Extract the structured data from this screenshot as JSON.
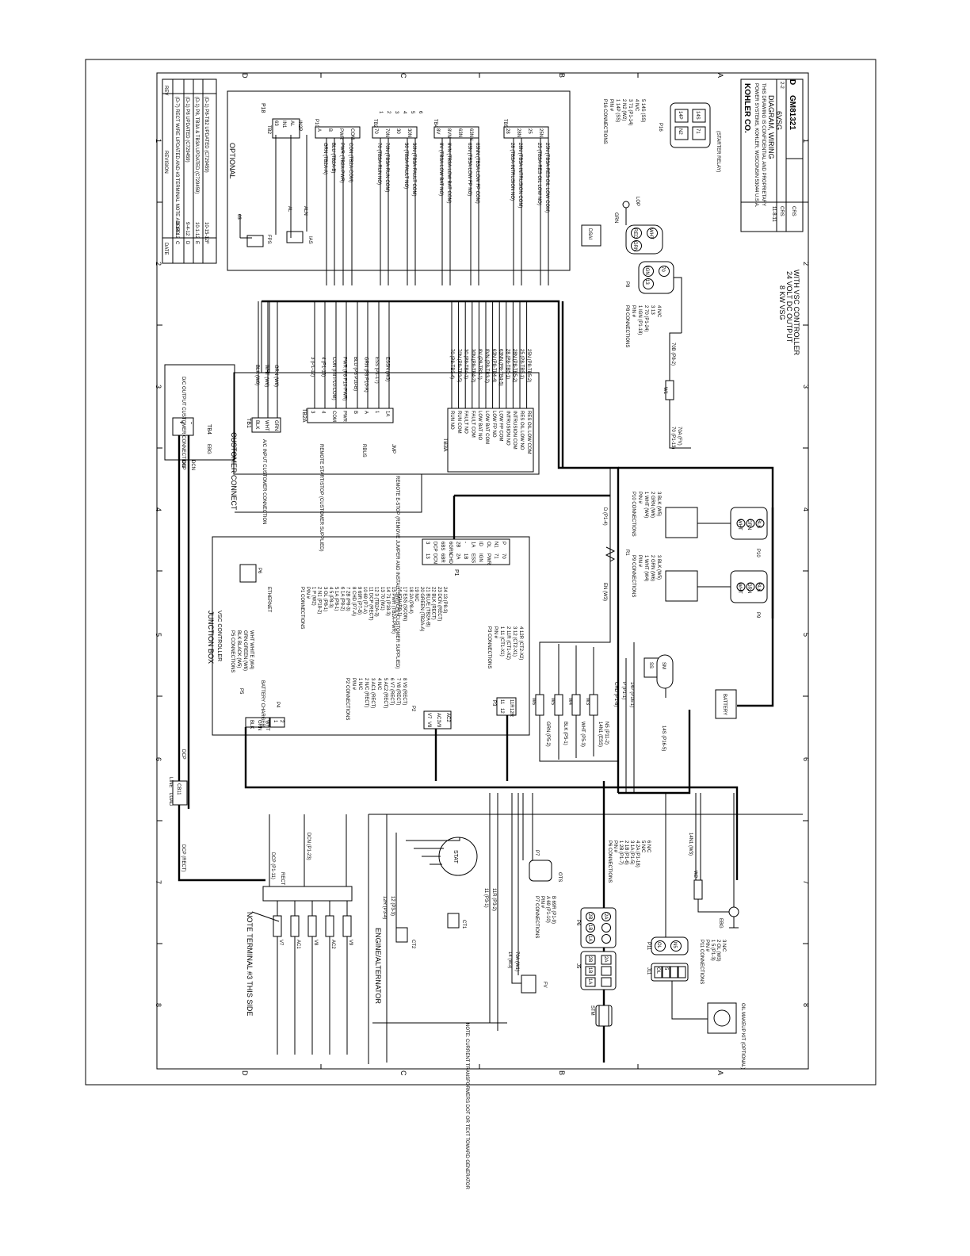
{
  "title_block": {
    "company": "KOHLER CO.",
    "title": "DIAGRAM, WIRING",
    "model": "6VSG",
    "drawing_number": "GM81321",
    "revision": "D",
    "sheet": "2-2",
    "subtitle_1": "8 KW VSG",
    "subtitle_2": "24 VOLT DC OUTPUT",
    "subtitle_3": "WITH VSC CONTROLLER"
  },
  "revisions": {
    "header_rev": "REV",
    "header_date": "DATE",
    "header_desc": "REVISION",
    "rows": [
      {
        "rev": "C",
        "date": "8-14-12",
        "desc": "(D-7) RECT WIRE UPDATED AND #3 TERMINAL NOTE ADDED"
      },
      {
        "rev": "D",
        "date": "9-4-12",
        "desc": "(D-1) P8 UPDATED (C729459)"
      },
      {
        "rev": "E",
        "date": "10-1-12",
        "desc": "(D-1) P8, TB3A & TB3A UPDATED (C729459)"
      },
      {
        "rev": "F",
        "date": "10-15-12",
        "desc": "(D-1) P8-TB2 UPDATED (C729459)"
      }
    ]
  },
  "zones": {
    "letters": [
      "D",
      "C",
      "B",
      "A"
    ],
    "numbers": [
      "1",
      "2",
      "3",
      "4",
      "5",
      "6",
      "7",
      "8"
    ]
  },
  "sections": {
    "optional": "OPTIONAL",
    "customer_connect": "CUSTOMER CONNECT",
    "junction_box": "JUNCTION BOX",
    "vsc_controller": "VSC CONTROLLER",
    "engine_alternator": "ENGINE/ALTERNATOR",
    "note_terminal": "NOTE TERMINAL #3 THIS SIDE",
    "note_ct": "NOTE: CURRENT TRANSFORMERS DOT OR TEXT TOWARD GENERATOR"
  },
  "components": {
    "tb1": "TB1",
    "tb2a": "TB2A",
    "tb3a": "TB3A",
    "tb4": "TB4",
    "tb2": "TB2",
    "tb4_opt": "TB4",
    "tb5": "TB5",
    "p18": "P18",
    "p10_opt": "P10",
    "p1": "P1",
    "p2": "P2",
    "p3": "P3",
    "p4": "P4",
    "p5": "P5",
    "p6_ethernet": "P6",
    "ethernet": "ETHERNET",
    "p7": "P7",
    "p8": "P8",
    "p9": "P9",
    "p10": "P10",
    "p11": "P11",
    "p16": "P16",
    "j5": "J5",
    "j11": "J11",
    "p6": "P6",
    "dsai": "DSAI",
    "lop": "LOP",
    "fps": "FPS",
    "ias": "IAS",
    "ss": "SS",
    "sm": "SM",
    "battery": "BATTERY",
    "stat": "STAT",
    "ct1": "CT1",
    "ct2": "CT2",
    "stm": "STM",
    "fv": "FV",
    "ots": "OTS",
    "ebg": "EBG",
    "ebg2": "EBG",
    "cb11": "CB11",
    "line": "LINE",
    "load": "LOAD",
    "rect": "RECT",
    "r1": "R1",
    "w1": "W1",
    "w2": "W2",
    "w3": "W3",
    "w4": "W4",
    "w5": "W5",
    "w6": "W6",
    "oil_makeup": "OIL MAKEUP KIT (OPTIONAL)",
    "battery_charger": "BATTERY CHARGER",
    "dc_output": "D/C OUTPUT CUSTOMER CONNECTION",
    "ac_input": "A/C INPUT CUSTOMER CONNECTION",
    "remote_start": "REMOTE START/STOP (CUSTOMER SUPPLIED)",
    "remote_estop": "REMOTE E-STOP (REMOVE JUMPER AND INSTALL SWITCH) (CUSTOMER SUPPLIED)",
    "rbus": "RBUS",
    "jmp": "JMP",
    "starter_relay": "(STARTER RELAY)"
  },
  "tb1_terms": [
    "BLK",
    "WHT",
    "GRN"
  ],
  "tb2a_terms": [
    "3",
    "4",
    "COM",
    "PWR",
    "B",
    "A",
    "1",
    "1A"
  ],
  "tb3a_terms": [
    "RUN NO",
    "RUN COM",
    "FAULT NO",
    "FAULT COM",
    "LOW BAT NO",
    "LOW BAT COM",
    "LOW FP NO",
    "LOW FP COM",
    "INTRUSION NO",
    "INTRUSION COM",
    "RES OIL LOW NO",
    "RES OIL LOW COM"
  ],
  "tb3a_wires": [
    "70 (P8-TB3-4)",
    "70N (P8-TB3-5)",
    "30 (P8-TB4-1)",
    "30N (P8-TB4-2)",
    "8V (P8-TB3-1)",
    "8VN (P8-TB3-2)",
    "63N (P8-TB4-4)",
    "63NN (P8-TB4-5)",
    "28 (P8-TB5-1)",
    "28N (P8-TB5-2)",
    "25 (P8-TB5-1)",
    "25N (P8-TB5-2)"
  ],
  "tb2a_wires": [
    "3 (P1-12)",
    "4 (P1-13)",
    "CON (P8 P10-COM)",
    "PWR (P8 P10-PWR)",
    "BLU (P8 P10-B)",
    "GRN (P8 P10-A)",
    "ESS (P1-17)",
    "ESSN (W3)"
  ],
  "tb1_wires": [
    "BLK (W6)",
    "WHT (W6)",
    "GRN (W6)"
  ],
  "opt_left_labels": [
    "GRN (TB2A-A)",
    "BLU (TB2A-B)",
    "PWR (TB2A-PWR)",
    "CON (TB2A-COM)",
    "70 (TB3A-RUN NO)",
    "70N (TB3A-RUN COM)",
    "30 (TB3A-FAULT NO)",
    "30N (TB3A-FAULT COM)",
    "8V (TB3A-LOW BAT NO)",
    "8VN (TB3A-LOW BAT COM)",
    "63N (TB3A-LOW FP NO)",
    "63NN (TB3A-LOW FP COM)",
    "28 (TB3A-INTRUSION NO)",
    "28N (TB3A-INTRUSION COM)",
    "25 (TB3A-RES OIL LOW NO)",
    "25N (TB3A-RES OIL LOW COM)"
  ],
  "opt_tb2": [
    "63",
    "IN1",
    "AL",
    "ALN",
    "IN2P",
    "IN2"
  ],
  "opt_p10": [
    "GRN",
    "BLU",
    "PWR",
    "CON"
  ],
  "opt_p10_pins": [
    "A",
    "B",
    "PWR",
    "COM"
  ],
  "opt_tb3": [
    "70",
    "70N",
    "30",
    "30N"
  ],
  "opt_tb4": [
    "8V",
    "8VN",
    "63N",
    "63NN"
  ],
  "opt_tb5": [
    "28",
    "28N",
    "25",
    "25N"
  ],
  "opt_pins": [
    "1",
    "2",
    "3",
    "4",
    "5",
    "6"
  ],
  "p16_connections": {
    "title": "P16 CONNECTIONS",
    "header": "PIN #",
    "rows": [
      "1  14P  (SS)",
      "2  N2  (W2)",
      "3  71  (P1-14)",
      "4  N/C",
      "5  14S  (SS)"
    ]
  },
  "p8_connections": {
    "title": "P8 CONNECTIONS",
    "header": "PIN #",
    "rows": [
      "1  IGN  (P1-18)",
      "2  70  (P1-24)",
      "3  13",
      "4  N/C"
    ]
  },
  "p9_connections": {
    "title": "P9 CONNECTIONS",
    "header": "PIN #",
    "rows": [
      "1  WHT  (W4)",
      "2  GRN  (W6)",
      "3  BLK  (W5)"
    ]
  },
  "p10_connections": {
    "title": "P10 CONNECTIONS",
    "header": "PIN #",
    "rows": [
      "1  WHT  (W4)",
      "2  GRN  (W6)",
      "3  BLK  (W5)"
    ]
  },
  "p1_connections": {
    "title": "P1 CONNECTIONS",
    "header": "PIN #",
    "rows": [
      "1  P  (W2)",
      "2  N1  (P18-2)",
      "3  OL  (P8-1)",
      "4  5  (P8-3)",
      "5  1A  (P8-1)",
      "6  1A  (P8-2)",
      "7  2B  (P8-3)",
      "8  CHD  (P7-A)",
      "9  69R  (P7-B)",
      "10  69  (P7-A)",
      "11  DCP  (RECT)",
      "12  3  (TB2A-3)",
      "13  70  (W1)",
      "14  71  (P18-3)",
      "15  PWR  (TB2A-PWR)",
      "16  IGN  (P8-1)",
      "17  ESS  (SCON)",
      "18  2A  (P8-4)",
      "19  N/C",
      "20  GREEN  (TB2A-A)",
      "21  BLUE  (TB2A-B)",
      "22  BLK  (RECT)",
      "23  DCN  (RECT)",
      "24  13  (P8-3)"
    ]
  },
  "p2_connections": {
    "title": "P2 CONNECTIONS",
    "header": "PIN #",
    "rows": [
      "1  N/C",
      "2  N/C  (RECT)",
      "3  AC1  (RECT)",
      "4  N/C",
      "5  AC2  (RECT)",
      "6  V7  (RECT)",
      "7  V8  (RECT)",
      "8  V9  (RECT)"
    ]
  },
  "p3_connections": {
    "title": "P3 CONNECTIONS",
    "header": "PIN #",
    "rows": [
      "1  11  (CT1-X1)",
      "2  11R  (CT1-X2)",
      "3  12  (CT2-X1)",
      "4  12R  (CT2-X2)"
    ]
  },
  "p5_connections": {
    "title": "P5 CONNECTIONS",
    "rows": [
      "BLK  BLACK (W5)",
      "GRN  GREEN (W6)",
      "WHT  WHITE (W4)"
    ]
  },
  "p6_connections": {
    "title": "P6 CONNECTIONS",
    "header": "PIN #",
    "rows": [
      "1  2B  (P1-7)",
      "2  1B  (P1-6)",
      "3  1A  (P1-5)",
      "4  2A  (P1-18)",
      "5  N/C",
      "6  N/C"
    ]
  },
  "p7_connections": {
    "title": "P7 CONNECTIONS",
    "header": "PIN #",
    "rows": [
      "A  69  (P1-10)",
      "B  69R  (P1-9)"
    ]
  },
  "p11_connections": {
    "title": "P11 CONNECTIONS",
    "header": "PIN #",
    "rows": [
      "1  5  (P1-3)",
      "2  OL  (W3)",
      "3  N/C"
    ]
  },
  "wire_labels": {
    "dcp_rect": "DCP (RECT)",
    "dcp": "DCP",
    "dcn": "DCN",
    "dcp_p1": "DCP (P1-11)",
    "dcn_p1": "DCN (P1-23)",
    "v7": "V7 (STAT)",
    "ac1": "AC1 (P2-3)",
    "v8": "V8 (P2-7)",
    "ac2": "AC2 (P2-5)",
    "v9": "V9 (P2-8)",
    "s12r": "12R (P3-4)",
    "s12": "12 (P3-3)",
    "s11": "11 (P3-1)",
    "s11r": "11R (P3-2)",
    "fv_w1": "14 (W3)",
    "fv_70a": "70A (W1)",
    "w2_14n1": "14N1 (W3)",
    "d_p14": "D (P1-4)",
    "en_w3": "EN (W3)",
    "p70_w1": "70 (P1-13)",
    "p70a": "70A (FV)",
    "p18_2": "70B (P8-2)",
    "p16_14p": "14P (P16-1)",
    "p16_p": "P (P1-1)",
    "p16_chd": "CHD (P1-8)",
    "p16_14s": "14S (P16-5)",
    "grn_p5": "GRN (P5-2)",
    "blk_p5": "BLK (P5-1)",
    "wht_p5": "WHT (P5-3)",
    "esn": "14N1 (ESS)",
    "n5": "N5 (P11-2)",
    "grn_w": "GRN",
    "gen_63": "63",
    "al": "AL",
    "aln": "ALN"
  },
  "p1_pins": [
    "3",
    "13",
    "DCP",
    "DCN",
    "6BS",
    "6BR",
    "6GRN",
    "CHD",
    "2B",
    "2A",
    "-",
    "1B",
    "1A",
    "ESS",
    "ID",
    "IGN",
    "OL",
    "PWR",
    "N1",
    "71",
    "P",
    "70"
  ],
  "p2_pins": [
    "V7",
    "V8",
    "AC1",
    "V9",
    "AC2"
  ],
  "p3_pins": [
    "11",
    "12",
    "11R",
    "12R"
  ],
  "p5_pins": [
    "BLK",
    "GRN",
    "WHT"
  ],
  "p4_pins": [
    "1",
    "2"
  ],
  "tb4_pins": [
    "+",
    "-"
  ],
  "rect_pins": [
    "V7",
    "AC1",
    "V8",
    "AC2",
    "V9"
  ],
  "p6_pins": [
    "2B",
    "1B",
    "1A",
    "2A",
    "",
    ""
  ],
  "j5_pins": [
    "2B",
    "1B",
    "1A",
    "2A",
    "",
    ""
  ],
  "p11_pins": [
    "OL",
    "N5"
  ],
  "j11_pins": [
    "OL",
    "5",
    "",
    ""
  ],
  "p8_pins": [
    "IGN",
    "70",
    "13"
  ],
  "p9_pins": [
    "WHT",
    "GRN",
    "BLK"
  ],
  "p10_pins": [
    "WHT",
    "GRN",
    "BLK"
  ],
  "p16_pins": [
    "14P",
    "14S",
    "N2",
    "71"
  ],
  "lop_pins": [
    "RED",
    "WHT",
    "GRN"
  ],
  "title_small": {
    "company_addr": "POWER SYSTEMS, KOHLER, WISCONSIN 53044 U.S.A.",
    "confidential": "THIS DRAWING IS CONFIDENTIAL AND PROPRIETARY",
    "drawn_by": "CRS",
    "checked": "CRS",
    "date": "11-8-11"
  }
}
